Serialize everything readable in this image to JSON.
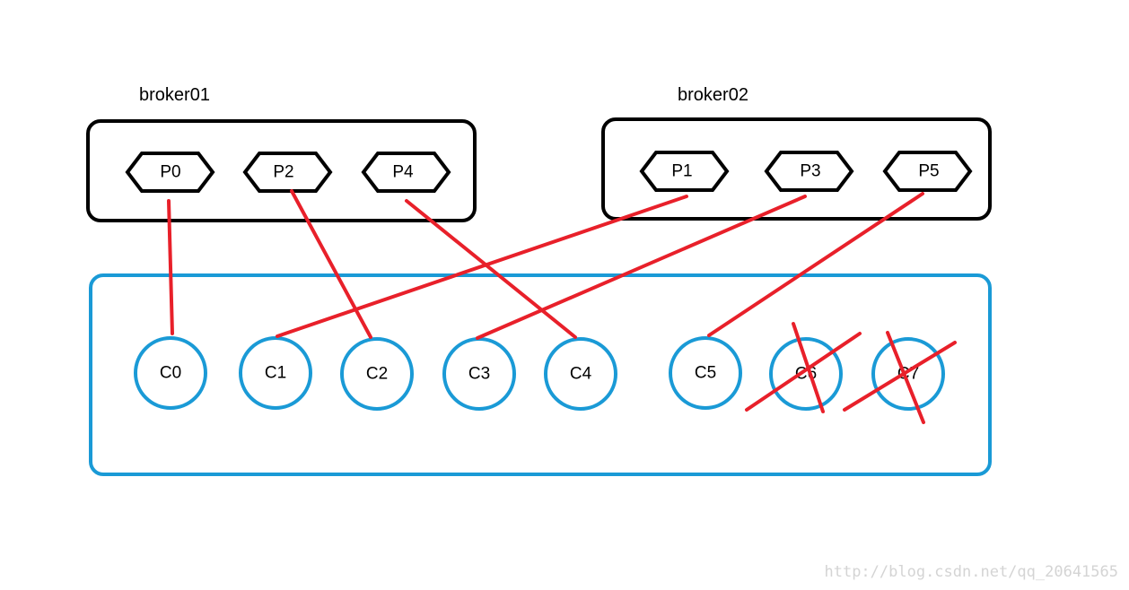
{
  "brokers": [
    {
      "label": "broker01",
      "partitions": [
        "P0",
        "P2",
        "P4"
      ]
    },
    {
      "label": "broker02",
      "partitions": [
        "P1",
        "P3",
        "P5"
      ]
    }
  ],
  "consumers": [
    "C0",
    "C1",
    "C2",
    "C3",
    "C4",
    "C5",
    "C6",
    "C7"
  ],
  "idle_consumers": [
    "C6",
    "C7"
  ],
  "assignments": [
    {
      "partition": "P0",
      "consumer": "C0"
    },
    {
      "partition": "P1",
      "consumer": "C1"
    },
    {
      "partition": "P2",
      "consumer": "C2"
    },
    {
      "partition": "P3",
      "consumer": "C3"
    },
    {
      "partition": "P4",
      "consumer": "C4"
    },
    {
      "partition": "P5",
      "consumer": "C5"
    }
  ],
  "watermark": "http://blog.csdn.net/qq_20641565",
  "colors": {
    "broker_border": "#000000",
    "group_border": "#1a9ad6",
    "consumer_border": "#1a9ad6",
    "assignment_line": "#e8202a",
    "watermark": "#d4d4d4"
  }
}
